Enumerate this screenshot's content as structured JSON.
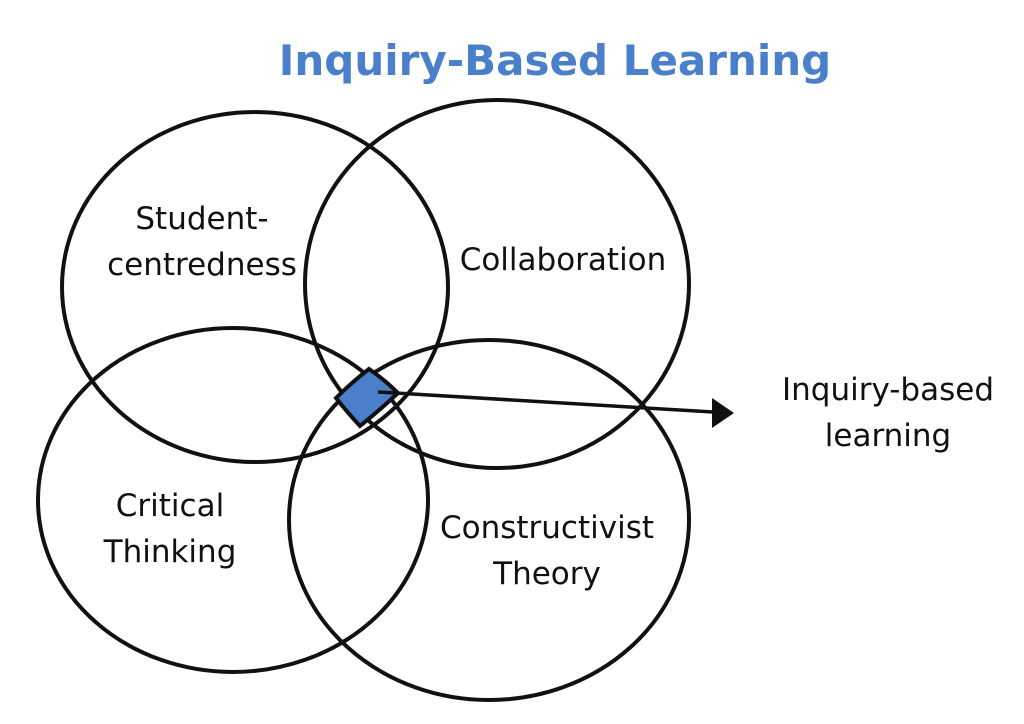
{
  "title": "Inquiry-Based Learning",
  "circles": {
    "student": [
      "Student-",
      "centredness"
    ],
    "collaboration": "Collaboration",
    "critical": [
      "Critical",
      "Thinking"
    ],
    "constructivist": [
      "Constructivist",
      "Theory"
    ]
  },
  "intersection_label": [
    "Inquiry-based",
    "learning"
  ],
  "colors": {
    "accent": "#4a7fcb",
    "stroke": "#111111"
  }
}
